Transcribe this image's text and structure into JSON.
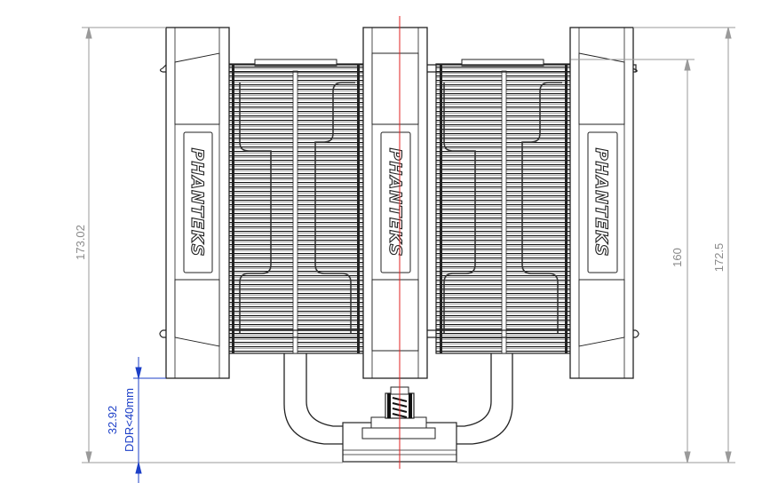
{
  "brand_logo": "PHANTEKS",
  "dimensions": {
    "left_overall_height": "173.02",
    "right_fin_height": "160",
    "right_overall_height": "172.5",
    "ram_clearance_value": "32.92",
    "ram_clearance_note": "DDR<40mm"
  },
  "colors": {
    "outline": "#222222",
    "dimension_line": "#9a9a9a",
    "clearance_dimension": "#1c3fc7",
    "centerline": "#e02020"
  }
}
